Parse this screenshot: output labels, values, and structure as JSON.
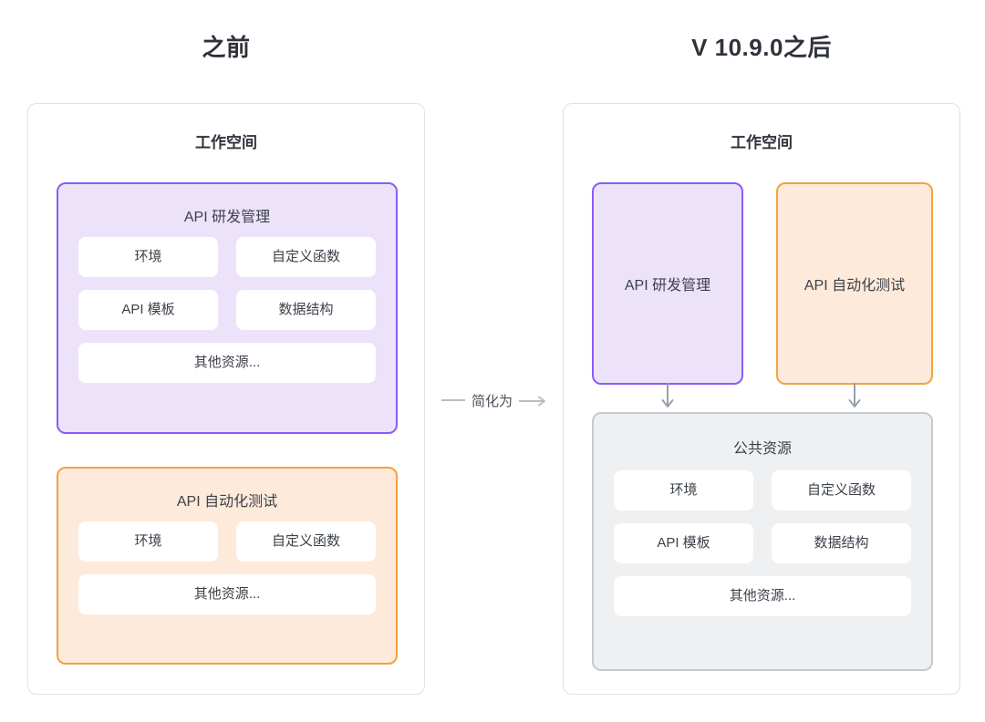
{
  "headings": {
    "before": "之前",
    "after": "V 10.9.0之后"
  },
  "connector": {
    "label": "简化为",
    "icon_left": "horizontal-line",
    "icon_right": "arrow-right-icon"
  },
  "before_panel": {
    "workspace_label": "工作空间",
    "border_color": "#dfe1e5",
    "modules": [
      {
        "id": "api-dev",
        "label": "API 研发管理",
        "border_color": "#8b5cf6",
        "fill_color": "#ece3fb",
        "chips": [
          {
            "label": "环境",
            "size": "half"
          },
          {
            "label": "自定义函数",
            "size": "half"
          },
          {
            "label": "API 模板",
            "size": "half"
          },
          {
            "label": "数据结构",
            "size": "half"
          },
          {
            "label": "其他资源...",
            "size": "full"
          }
        ]
      },
      {
        "id": "api-test",
        "label": "API 自动化测试",
        "border_color": "#f4a23c",
        "fill_color": "#fdeada",
        "chips": [
          {
            "label": "环境",
            "size": "half"
          },
          {
            "label": "自定义函数",
            "size": "half"
          },
          {
            "label": "其他资源...",
            "size": "full"
          }
        ]
      }
    ]
  },
  "after_panel": {
    "workspace_label": "工作空间",
    "border_color": "#dfe1e5",
    "top_modules": [
      {
        "id": "api-dev",
        "label": "API 研发管理",
        "border_color": "#8b5cf6",
        "fill_color": "#ece3fb",
        "arrow_icon": "arrow-down-icon"
      },
      {
        "id": "api-test",
        "label": "API 自动化测试",
        "border_color": "#f4a23c",
        "fill_color": "#fdeada",
        "arrow_icon": "arrow-down-icon"
      }
    ],
    "common_module": {
      "id": "common-resources",
      "label": "公共资源",
      "border_color": "#c7cad0",
      "fill_color": "#eff0f1",
      "chips": [
        {
          "label": "环境",
          "size": "half"
        },
        {
          "label": "自定义函数",
          "size": "half"
        },
        {
          "label": "API 模板",
          "size": "half"
        },
        {
          "label": "数据结构",
          "size": "half"
        },
        {
          "label": "其他资源...",
          "size": "full"
        }
      ]
    }
  }
}
